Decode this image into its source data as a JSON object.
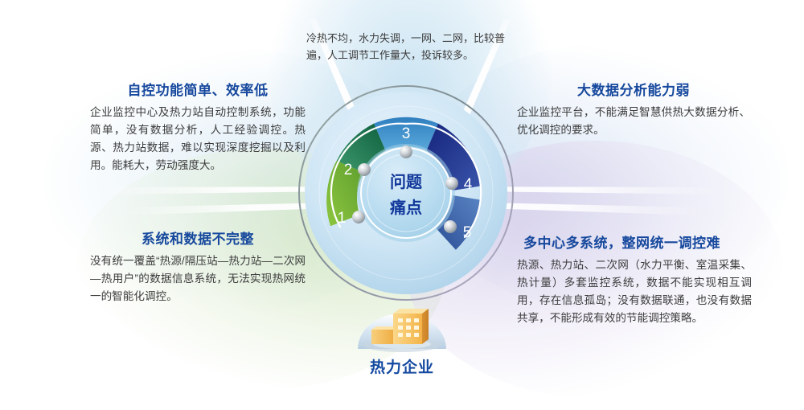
{
  "theme": {
    "title_color": "#16489d",
    "body_color": "#3c3c3c",
    "center_text_color": "#12389b",
    "seg1_color": "#7cba38",
    "seg2_color": "#1b7a4e",
    "seg3_color": "#3f96d2",
    "seg4_color": "#1f3d96",
    "seg5_color": "#3f6fb5"
  },
  "center": {
    "line1": "问题",
    "line2": "痛点"
  },
  "segments": [
    {
      "number": "1",
      "color": "#7cba38",
      "name": "segment-1"
    },
    {
      "number": "2",
      "color": "#1b7a4e",
      "name": "segment-2"
    },
    {
      "number": "3",
      "color": "#3f96d2",
      "name": "segment-3"
    },
    {
      "number": "4",
      "color": "#1f3d96",
      "name": "segment-4"
    },
    {
      "number": "5",
      "color": "#3f6fb5",
      "name": "segment-5"
    }
  ],
  "enterprise": {
    "label": "热力企业",
    "icon": "office-building-icon"
  },
  "top_note": {
    "text": "冷热不均，水力失调，一网、二网，比较普遍，人工调节工作量大，投诉较多。"
  },
  "blocks": {
    "top_left": {
      "title": "自控功能简单、效率低",
      "body": "企业监控中心及热力站自动控制系统，功能简单，没有数据分析，人工经验调控。热源、热力站数据，难以实现深度挖掘以及利用。能耗大，劳动强度大。"
    },
    "bottom_left": {
      "title": "系统和数据不完整",
      "body": "没有统一覆盖“热源/隔压站—热力站—二次网—热用户”的数据信息系统，无法实现热网统一的智能化调控。"
    },
    "top_right": {
      "title": "大数据分析能力弱",
      "body": "企业监控平台，不能满足智慧供热大数据分析、优化调控的要求。"
    },
    "bottom_right": {
      "title": "多中心多系统，整网统一调控难",
      "body": "热源、热力站、二次网（水力平衡、室温采集、热计量）多套监控系统，数据不能实现相互调用，存在信息孤岛；没有数据联通，也没有数据共享，不能形成有效的节能调控策略。"
    }
  }
}
